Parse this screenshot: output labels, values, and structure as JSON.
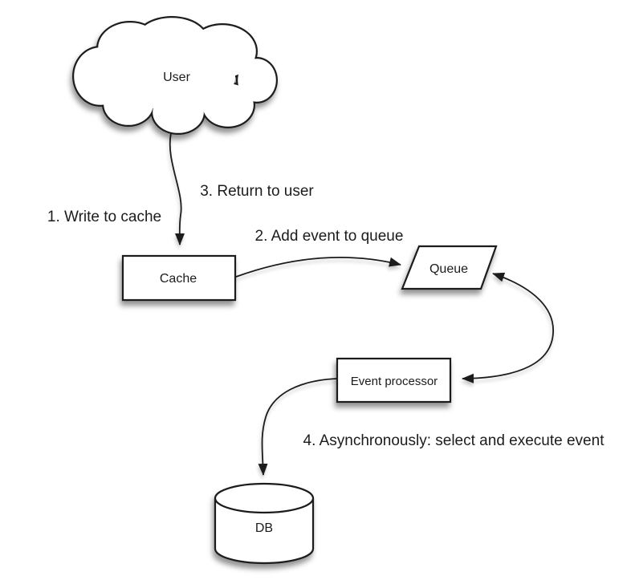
{
  "diagram": {
    "type": "flow-diagram",
    "background_color": "#ffffff",
    "stroke_color": "#1a1a1a",
    "text_color": "#1c1c1c",
    "nodes": {
      "user": {
        "label": "User",
        "shape": "cloud"
      },
      "cache": {
        "label": "Cache",
        "shape": "rectangle"
      },
      "queue": {
        "label": "Queue",
        "shape": "parallelogram"
      },
      "event_processor": {
        "label": "Event processor",
        "shape": "rectangle"
      },
      "db": {
        "label": "DB",
        "shape": "cylinder"
      }
    },
    "edge_labels": {
      "step1": "1. Write to cache",
      "step2": "2. Add event to queue",
      "step3": "3. Return to user",
      "step4": "4. Asynchronously: select and execute event"
    },
    "edges": [
      {
        "from": "user",
        "to": "cache",
        "arrows": "end",
        "labels": [
          "1. Write to cache",
          "3. Return to user"
        ]
      },
      {
        "from": "cache",
        "to": "queue",
        "arrows": "end",
        "labels": [
          "2. Add event to queue"
        ]
      },
      {
        "from": "queue",
        "to": "event_processor",
        "arrows": "both",
        "labels": []
      },
      {
        "from": "event_processor",
        "to": "db",
        "arrows": "end",
        "labels": [
          "4. Asynchronously: select and execute event"
        ]
      }
    ]
  }
}
